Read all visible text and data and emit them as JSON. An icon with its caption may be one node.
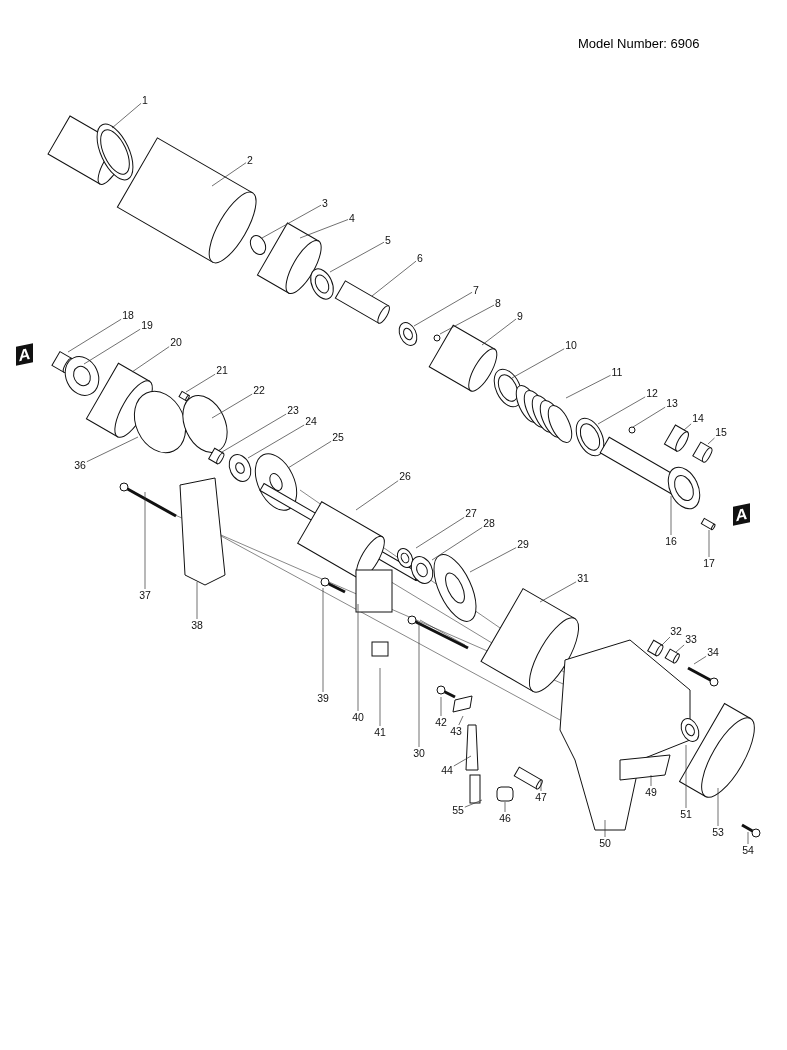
{
  "diagram": {
    "title": "Model Number: 6906",
    "nodes": [
      {
        "text": [
          "1"
        ]
      },
      {
        "text": [
          "2"
        ]
      },
      {
        "text": [
          "3"
        ]
      },
      {
        "text": [
          "4"
        ]
      },
      {
        "text": [
          "5"
        ]
      },
      {
        "text": [
          "6"
        ]
      },
      {
        "text": [
          "7"
        ]
      },
      {
        "text": [
          "8"
        ]
      },
      {
        "text": [
          "9"
        ]
      },
      {
        "text": [
          "10"
        ]
      },
      {
        "text": [
          "11"
        ]
      },
      {
        "text": [
          "12"
        ]
      },
      {
        "text": [
          "13"
        ]
      },
      {
        "text": [
          "14"
        ]
      },
      {
        "text": [
          "15"
        ]
      },
      {
        "text": [
          "16"
        ]
      },
      {
        "text": [
          "17"
        ]
      },
      {
        "text": [
          "18"
        ]
      },
      {
        "text": [
          "19"
        ]
      },
      {
        "text": [
          "20"
        ]
      },
      {
        "text": [
          "21"
        ]
      },
      {
        "text": [
          "22"
        ]
      },
      {
        "text": [
          "23"
        ]
      },
      {
        "text": [
          "24"
        ]
      },
      {
        "text": [
          "25"
        ]
      },
      {
        "text": [
          "26"
        ]
      },
      {
        "text": [
          "27"
        ]
      },
      {
        "text": [
          "28"
        ]
      },
      {
        "text": [
          "29"
        ]
      },
      {
        "text": [
          "30"
        ]
      },
      {
        "text": [
          "31"
        ]
      },
      {
        "text": [
          "32"
        ]
      },
      {
        "text": [
          "33"
        ]
      },
      {
        "text": [
          "34"
        ]
      },
      {
        "text": [
          "36"
        ]
      },
      {
        "text": [
          "37"
        ]
      },
      {
        "text": [
          "38"
        ]
      },
      {
        "text": [
          "39"
        ]
      },
      {
        "text": [
          "40"
        ]
      },
      {
        "text": [
          "41"
        ]
      },
      {
        "text": [
          "42"
        ]
      },
      {
        "text": [
          "43"
        ]
      },
      {
        "text": [
          "44"
        ]
      },
      {
        "text": [
          "46"
        ]
      },
      {
        "text": [
          "47"
        ]
      },
      {
        "text": [
          "49"
        ]
      },
      {
        "text": [
          "50"
        ]
      },
      {
        "text": [
          "51"
        ]
      },
      {
        "text": [
          "53"
        ]
      },
      {
        "text": [
          "54"
        ]
      },
      {
        "text": [
          "55"
        ]
      }
    ],
    "edges": [
      {
        "from": 0,
        "to": null,
        "arrow": "none"
      },
      {
        "from": 1,
        "to": null,
        "arrow": "none"
      },
      {
        "from": 2,
        "to": null,
        "arrow": "none"
      },
      {
        "from": 3,
        "to": null,
        "arrow": "none"
      },
      {
        "from": 4,
        "to": null,
        "arrow": "none"
      },
      {
        "from": 5,
        "to": null,
        "arrow": "none"
      },
      {
        "from": 6,
        "to": null,
        "arrow": "none"
      },
      {
        "from": 7,
        "to": null,
        "arrow": "none"
      },
      {
        "from": 8,
        "to": null,
        "arrow": "none"
      },
      {
        "from": 9,
        "to": null,
        "arrow": "none"
      },
      {
        "from": 10,
        "to": null,
        "arrow": "none"
      },
      {
        "from": 11,
        "to": null,
        "arrow": "none"
      },
      {
        "from": 12,
        "to": null,
        "arrow": "none"
      },
      {
        "from": 13,
        "to": null,
        "arrow": "none"
      },
      {
        "from": 14,
        "to": null,
        "arrow": "none"
      },
      {
        "from": 15,
        "to": null,
        "arrow": "none"
      },
      {
        "from": 16,
        "to": null,
        "arrow": "none"
      },
      {
        "from": 17,
        "to": null,
        "arrow": "none"
      },
      {
        "from": 18,
        "to": null,
        "arrow": "none"
      },
      {
        "from": 19,
        "to": null,
        "arrow": "none"
      },
      {
        "from": 20,
        "to": null,
        "arrow": "none"
      },
      {
        "from": 21,
        "to": null,
        "arrow": "none"
      },
      {
        "from": 22,
        "to": null,
        "arrow": "none"
      },
      {
        "from": 23,
        "to": null,
        "arrow": "none"
      },
      {
        "from": 24,
        "to": null,
        "arrow": "none"
      },
      {
        "from": 25,
        "to": null,
        "arrow": "none"
      },
      {
        "from": 26,
        "to": null,
        "arrow": "none"
      },
      {
        "from": 27,
        "to": null,
        "arrow": "none"
      },
      {
        "from": 28,
        "to": null,
        "arrow": "none"
      },
      {
        "from": 29,
        "to": null,
        "arrow": "none"
      },
      {
        "from": 30,
        "to": null,
        "arrow": "none"
      },
      {
        "from": 31,
        "to": null,
        "arrow": "none"
      },
      {
        "from": 32,
        "to": null,
        "arrow": "none"
      },
      {
        "from": 33,
        "to": null,
        "arrow": "none"
      },
      {
        "from": 34,
        "to": null,
        "arrow": "none"
      },
      {
        "from": 35,
        "to": null,
        "arrow": "none"
      },
      {
        "from": 36,
        "to": null,
        "arrow": "none"
      },
      {
        "from": 37,
        "to": null,
        "arrow": "none"
      },
      {
        "from": 38,
        "to": null,
        "arrow": "none"
      },
      {
        "from": 39,
        "to": null,
        "arrow": "none"
      },
      {
        "from": 40,
        "to": null,
        "arrow": "none"
      },
      {
        "from": 41,
        "to": null,
        "arrow": "none"
      },
      {
        "from": 42,
        "to": null,
        "arrow": "none"
      },
      {
        "from": 43,
        "to": null,
        "arrow": "none"
      },
      {
        "from": 44,
        "to": null,
        "arrow": "none"
      },
      {
        "from": 45,
        "to": null,
        "arrow": "none"
      },
      {
        "from": 46,
        "to": null,
        "arrow": "none"
      },
      {
        "from": 47,
        "to": null,
        "arrow": "none"
      },
      {
        "from": 48,
        "to": null,
        "arrow": "none"
      },
      {
        "from": 49,
        "to": null,
        "arrow": "none"
      },
      {
        "from": 50,
        "to": null,
        "arrow": "none"
      }
    ],
    "labels": [
      "A",
      "A"
    ]
  }
}
